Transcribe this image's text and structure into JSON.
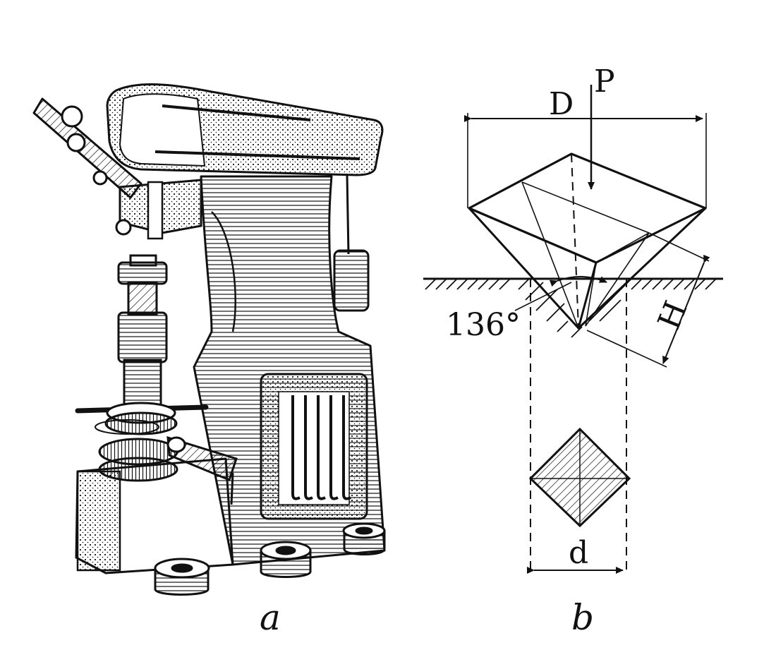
{
  "panel_a": {
    "label": "a"
  },
  "panel_b": {
    "label": "b",
    "dimension_D": "D",
    "force_P": "P",
    "angle": "136°",
    "dimension_H": "H",
    "dimension_d": "d"
  }
}
